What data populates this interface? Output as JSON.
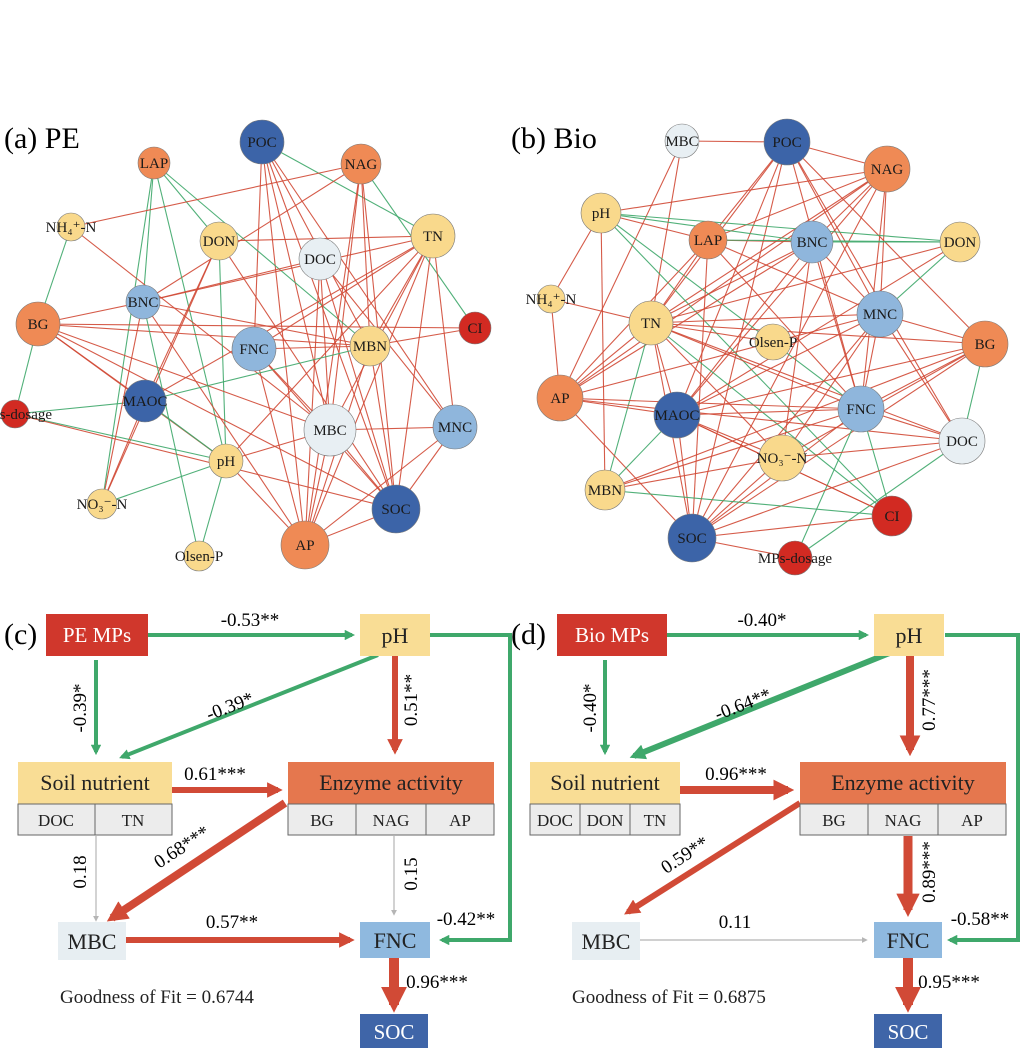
{
  "colors": {
    "positive": "#d14a36",
    "negative": "#3fa86b",
    "nonsig": "#b5b5b5",
    "node_deep_blue": "#3c64a8",
    "node_light_blue": "#8fb6dc",
    "node_pale": "#e8eff3",
    "node_yellow": "#f9d98c",
    "node_orange": "#ef8a55",
    "node_red": "#d22a22",
    "box_red": "#d0372c",
    "box_yellow": "#f9dd95",
    "box_orange": "#e5774e",
    "box_gray": "#ececec",
    "box_pale": "#e7eef2",
    "box_light_blue": "#8fb9df",
    "box_deep_blue": "#3f65a8"
  },
  "panels": {
    "a": {
      "label": "(a) PE",
      "nodes": [
        {
          "id": "POC",
          "label": "POC",
          "color": "node_deep_blue"
        },
        {
          "id": "NAG",
          "label": "NAG",
          "color": "node_orange"
        },
        {
          "id": "LAP",
          "label": "LAP",
          "color": "node_orange"
        },
        {
          "id": "NH4",
          "label": "NH₄⁺-N",
          "color": "node_yellow"
        },
        {
          "id": "DON",
          "label": "DON",
          "color": "node_yellow"
        },
        {
          "id": "TN",
          "label": "TN",
          "color": "node_yellow"
        },
        {
          "id": "DOC",
          "label": "DOC",
          "color": "node_pale"
        },
        {
          "id": "BNC",
          "label": "BNC",
          "color": "node_light_blue"
        },
        {
          "id": "BG",
          "label": "BG",
          "color": "node_orange"
        },
        {
          "id": "CI",
          "label": "CI",
          "color": "node_red"
        },
        {
          "id": "FNC",
          "label": "FNC",
          "color": "node_light_blue"
        },
        {
          "id": "MBN",
          "label": "MBN",
          "color": "node_yellow"
        },
        {
          "id": "MAOC",
          "label": "MAOC",
          "color": "node_deep_blue"
        },
        {
          "id": "MPs",
          "label": "MPs-dosage",
          "color": "node_red"
        },
        {
          "id": "MBC",
          "label": "MBC",
          "color": "node_pale"
        },
        {
          "id": "MNC",
          "label": "MNC",
          "color": "node_light_blue"
        },
        {
          "id": "pH",
          "label": "pH",
          "color": "node_yellow"
        },
        {
          "id": "NO3",
          "label": "NO₃⁻-N",
          "color": "node_yellow"
        },
        {
          "id": "SOC",
          "label": "SOC",
          "color": "node_deep_blue"
        },
        {
          "id": "AP",
          "label": "AP",
          "color": "node_orange"
        },
        {
          "id": "Olsen",
          "label": "Olsen-P",
          "color": "node_yellow"
        }
      ]
    },
    "b": {
      "label": "(b) Bio",
      "nodes": [
        {
          "id": "MBC",
          "label": "MBC",
          "color": "node_pale"
        },
        {
          "id": "POC",
          "label": "POC",
          "color": "node_deep_blue"
        },
        {
          "id": "NAG",
          "label": "NAG",
          "color": "node_orange"
        },
        {
          "id": "pH",
          "label": "pH",
          "color": "node_yellow"
        },
        {
          "id": "LAP",
          "label": "LAP",
          "color": "node_orange"
        },
        {
          "id": "BNC",
          "label": "BNC",
          "color": "node_light_blue"
        },
        {
          "id": "DON",
          "label": "DON",
          "color": "node_yellow"
        },
        {
          "id": "NH4",
          "label": "NH₄⁺-N",
          "color": "node_yellow"
        },
        {
          "id": "TN",
          "label": "TN",
          "color": "node_yellow"
        },
        {
          "id": "MNC",
          "label": "MNC",
          "color": "node_light_blue"
        },
        {
          "id": "Olsen",
          "label": "Olsen-P",
          "color": "node_yellow"
        },
        {
          "id": "BG",
          "label": "BG",
          "color": "node_orange"
        },
        {
          "id": "AP",
          "label": "AP",
          "color": "node_orange"
        },
        {
          "id": "MAOC",
          "label": "MAOC",
          "color": "node_deep_blue"
        },
        {
          "id": "FNC",
          "label": "FNC",
          "color": "node_light_blue"
        },
        {
          "id": "DOC",
          "label": "DOC",
          "color": "node_pale"
        },
        {
          "id": "NO3",
          "label": "NO₃⁻-N",
          "color": "node_yellow"
        },
        {
          "id": "MBN",
          "label": "MBN",
          "color": "node_yellow"
        },
        {
          "id": "CI",
          "label": "CI",
          "color": "node_red"
        },
        {
          "id": "SOC",
          "label": "SOC",
          "color": "node_deep_blue"
        },
        {
          "id": "MPs",
          "label": "MPs-dosage",
          "color": "node_red"
        }
      ]
    },
    "c": {
      "label": "(c)",
      "source": "PE MPs",
      "ph": "pH",
      "nutrient": "Soil nutrient",
      "nutrient_items": [
        "DOC",
        "TN"
      ],
      "enzyme": "Enzyme activity",
      "enzyme_items": [
        "BG",
        "NAG",
        "AP"
      ],
      "mbc": "MBC",
      "fnc": "FNC",
      "soc": "SOC",
      "paths": {
        "src_ph": "-0.53**",
        "src_nut": "-0.39*",
        "ph_nut": "-0.39*",
        "ph_enz": "0.51**",
        "nut_enz": "0.61***",
        "nut_mbc": "0.18",
        "enz_mbc": "0.68***",
        "enz_fnc": "0.15",
        "mbc_fnc": "0.57**",
        "ph_fnc": "-0.42**",
        "fnc_soc": "0.96***"
      },
      "gof": "Goodness of Fit = 0.6744"
    },
    "d": {
      "label": "(d)",
      "source": "Bio MPs",
      "ph": "pH",
      "nutrient": "Soil nutrient",
      "nutrient_items": [
        "DOC",
        "DON",
        "TN"
      ],
      "enzyme": "Enzyme activity",
      "enzyme_items": [
        "BG",
        "NAG",
        "AP"
      ],
      "mbc": "MBC",
      "fnc": "FNC",
      "soc": "SOC",
      "paths": {
        "src_ph": "-0.40*",
        "src_nut": "-0.40*",
        "ph_nut": "-0.64**",
        "ph_enz": "0.77***",
        "nut_enz": "0.96***",
        "enz_mbc": "0.59**",
        "enz_fnc": "0.89***",
        "mbc_fnc": "0.11",
        "ph_fnc": "-0.58**",
        "fnc_soc": "0.95***"
      },
      "gof": "Goodness of Fit = 0.6875"
    }
  }
}
